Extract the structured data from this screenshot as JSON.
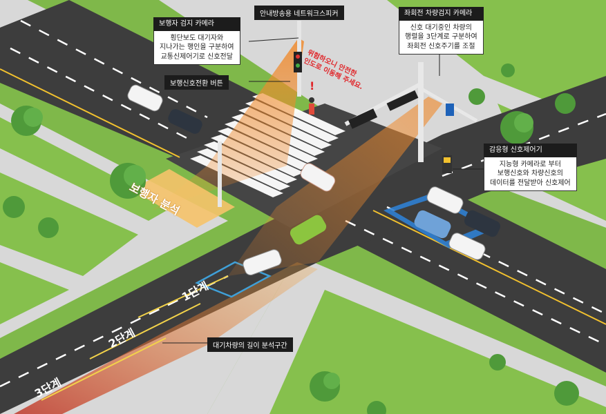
{
  "callouts": {
    "ped_camera": {
      "title": "보행자 검지 카메라",
      "lines": [
        "횡단보도 대기자와",
        "지나가는 행인을 구분하여",
        "교통신제어기로 신호전달"
      ]
    },
    "ped_button": {
      "title": "보행신호전환 버튼"
    },
    "speaker": {
      "title": "안내방송용 네트워크스피커"
    },
    "left_turn_camera": {
      "title": "좌회전 차량검지 카메라",
      "lines": [
        "신호 대기중인 차량의",
        "행렬을 3단계로 구분하여",
        "좌회전 신호주기를 조절"
      ]
    },
    "controller": {
      "title": "감응형 신호제어기",
      "lines": [
        "지능형 카메라로 부터",
        "보행신호와 차량신호의",
        "데이터를 전달받아 신호제어"
      ]
    },
    "queue": {
      "title": "대기차량의 길이 분석구간"
    }
  },
  "warning": {
    "line1": "위험하오니 안전한",
    "line2": "인도로 이동해 주세요."
  },
  "pedestrian_analysis": "보행자 분석",
  "stages": {
    "s1": "1단계",
    "s2": "2단계",
    "s3": "3단계"
  },
  "colors": {
    "grass": "#7fb84a",
    "sidewalk": "#d9d9d9",
    "road": "#3d3d3d",
    "lane_marking": "#ffffff",
    "center_line": "#f2c12e",
    "detection_beam": "#f08a2c",
    "callout_dark": "#1c1c1c",
    "turn_zone": "#2f7fd1",
    "warning_red": "#e0262a"
  }
}
